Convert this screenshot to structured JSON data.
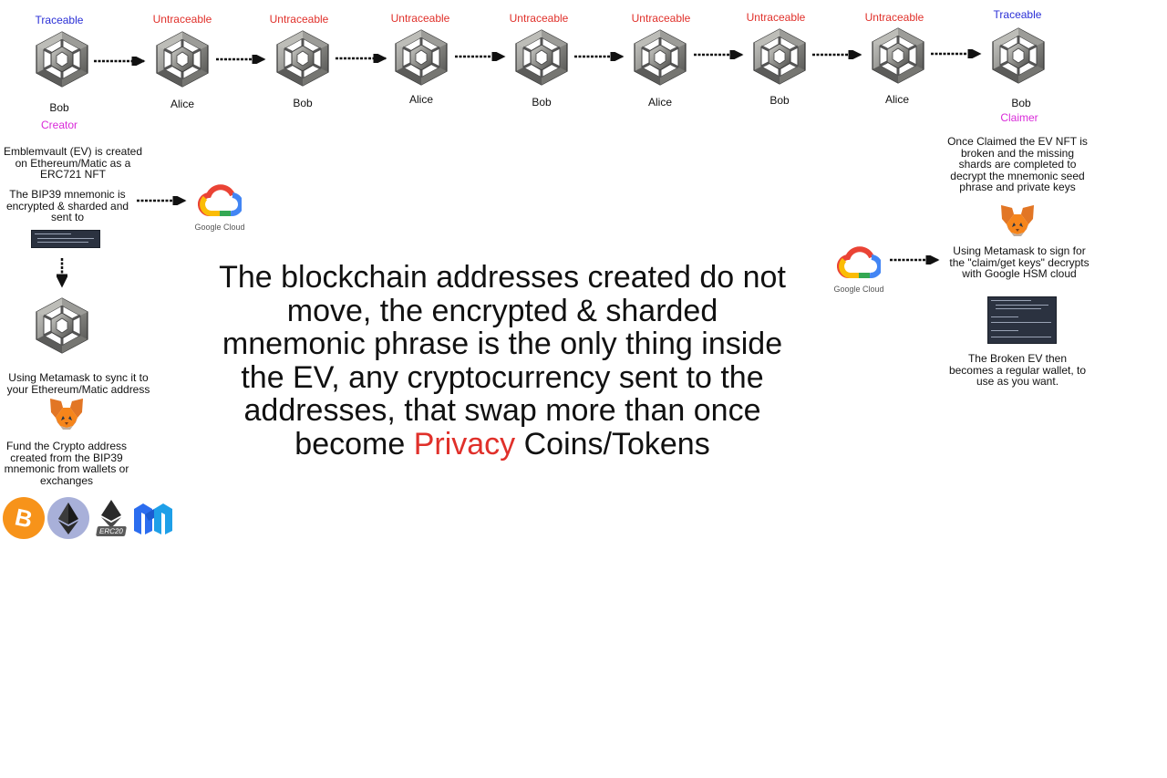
{
  "chain": [
    {
      "tag": "Traceable",
      "tag_color": "#2a2fd6",
      "name": "Bob",
      "role": "Creator"
    },
    {
      "tag": "Untraceable",
      "tag_color": "#e0302a",
      "name": "Alice",
      "role": ""
    },
    {
      "tag": "Untraceable",
      "tag_color": "#e0302a",
      "name": "Bob",
      "role": ""
    },
    {
      "tag": "Untraceable",
      "tag_color": "#e0302a",
      "name": "Alice",
      "role": ""
    },
    {
      "tag": "Untraceable",
      "tag_color": "#e0302a",
      "name": "Bob",
      "role": ""
    },
    {
      "tag": "Untraceable",
      "tag_color": "#e0302a",
      "name": "Alice",
      "role": ""
    },
    {
      "tag": "Untraceable",
      "tag_color": "#e0302a",
      "name": "Bob",
      "role": ""
    },
    {
      "tag": "Untraceable",
      "tag_color": "#e0302a",
      "name": "Alice",
      "role": ""
    },
    {
      "tag": "Traceable",
      "tag_color": "#2a2fd6",
      "name": "Bob",
      "role": "Claimer"
    }
  ],
  "left": {
    "created": "Emblemvault (EV) is created on Ethereum/Matic as a ERC721 NFT",
    "encrypted": "The BIP39 mnemonic is encrypted & sharded and sent to",
    "google_cloud": "Google Cloud",
    "sync": "Using Metamask to sync it to your Ethereum/Matic address",
    "fund": "Fund the Crypto address created from the BIP39 mnemonic from wallets or exchanges",
    "erc20_badge": "ERC20"
  },
  "center": {
    "text_before": "The blockchain addresses created do not move, the encrypted & sharded mnemonic phrase is the only thing inside the EV, any cryptocurrency sent to the addresses, that swap more than once become ",
    "highlight": "Privacy",
    "text_after": " Coins/Tokens"
  },
  "right": {
    "claimed": "Once Claimed the EV NFT is broken and the missing shards are completed to decrypt the mnemonic seed phrase and private keys",
    "sign": "Using Metamask to sign for the \"claim/get keys\" decrypts with Google HSM cloud",
    "google_cloud": "Google Cloud",
    "broken": "The Broken EV then becomes a regular wallet, to use as you want."
  },
  "colors": {
    "traceable": "#2a2fd6",
    "untraceable": "#e0302a",
    "role": "#d92ad9",
    "privacy": "#e0302a"
  }
}
